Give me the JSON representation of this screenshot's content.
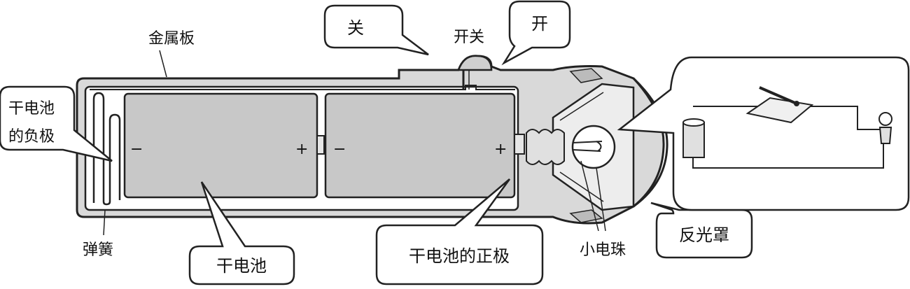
{
  "labels": {
    "guan": "关",
    "kaiguan": "开关",
    "kai": "开",
    "jinshuban": "金属板",
    "fuji_line1": "干电池",
    "fuji_line2": "的负极",
    "tanhuang": "弹簧",
    "gandianchi": "干电池",
    "zhengji": "干电池的正极",
    "xiaodianzhu": "小电珠",
    "fanguangzhao": "反光罩",
    "minus1": "−",
    "plus1": "+",
    "minus2": "−",
    "plus2": "+"
  },
  "colors": {
    "battery_fill": "#c8c8c8",
    "body_fill": "#d9d9d9",
    "bubble_fill": "#ffffff",
    "stroke": "#222222"
  }
}
